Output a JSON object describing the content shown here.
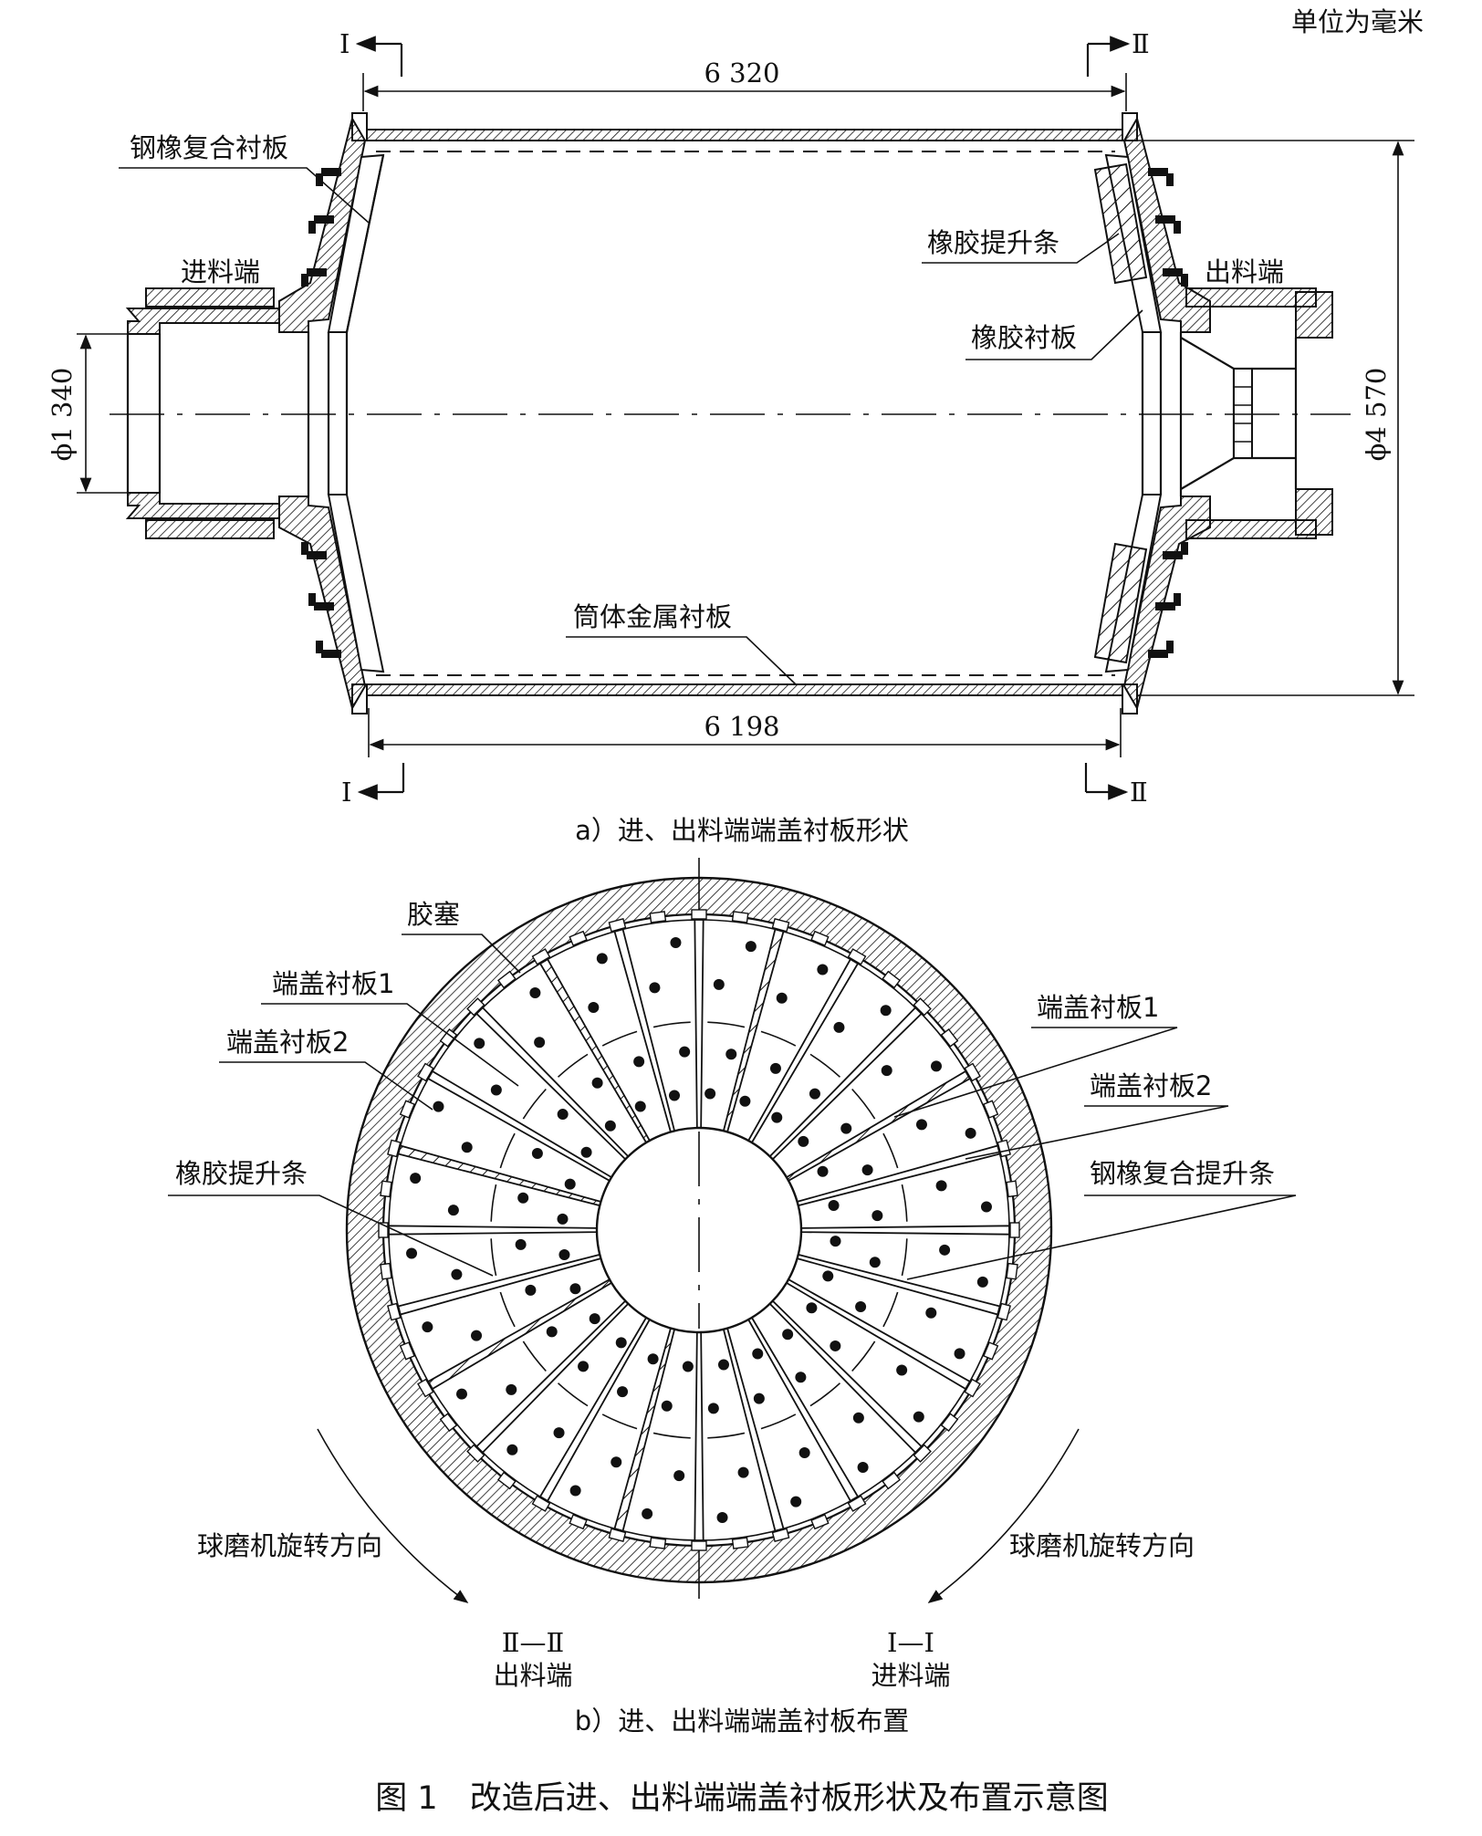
{
  "unit_note": "单位为毫米",
  "top_view": {
    "section_mark_left": "I",
    "section_mark_right": "Ⅱ",
    "dim_top": "6 320",
    "dim_bottom": "6 198",
    "dim_left_dia": "ϕ1 340",
    "dim_right_dia": "ϕ4 570",
    "label_steel_rubber_liner": "钢橡复合衬板",
    "label_feed_end": "进料端",
    "label_rubber_lifter": "橡胶提升条",
    "label_discharge_end": "出料端",
    "label_rubber_liner": "橡胶衬板",
    "label_shell_metal_liner": "筒体金属衬板",
    "caption": "a）进、出料端端盖衬板形状"
  },
  "bottom_view": {
    "label_rubber_plug": "胶塞",
    "label_end_liner_1_left": "端盖衬板1",
    "label_end_liner_2_left": "端盖衬板2",
    "label_rubber_lifter": "橡胶提升条",
    "label_end_liner_1_right": "端盖衬板1",
    "label_end_liner_2_right": "端盖衬板2",
    "label_steel_rubber_lifter": "钢橡复合提升条",
    "rotation_left": "球磨机旋转方向",
    "rotation_right": "球磨机旋转方向",
    "section_left": "Ⅱ—Ⅱ",
    "section_left_end": "出料端",
    "section_right": "I—I",
    "section_right_end": "进料端",
    "caption": "b）进、出料端端盖衬板布置"
  },
  "figure_title": "图 1　改造后进、出料端端盖衬板形状及布置示意图"
}
